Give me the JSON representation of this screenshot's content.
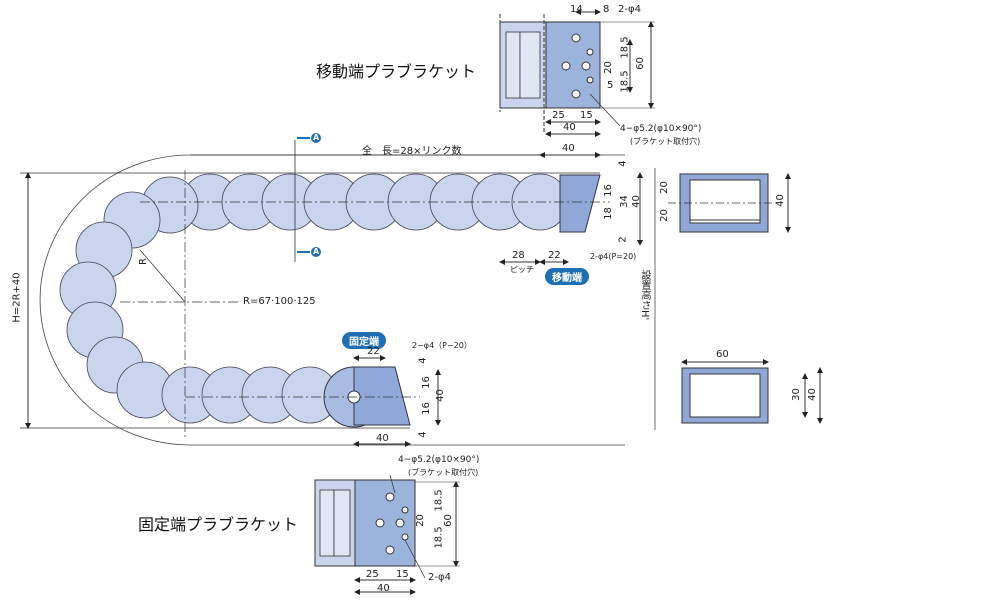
{
  "titles": {
    "moving_end_bracket": "移動端プラブラケット",
    "fixed_end_bracket": "固定端プラブラケット"
  },
  "badges": {
    "moving_end": "移動端",
    "fixed_end": "固定端"
  },
  "section_markers": {
    "a_top": "A",
    "a_bottom": "A"
  },
  "colors": {
    "link_fill": "#c9d5ec",
    "bracket_fill": "#9cb3dc",
    "section_fill": "#8fa8d8",
    "line": "#222222",
    "badge_bg": "#1f6fb5"
  },
  "chain_view": {
    "total_length": "全　長=28×リンク数",
    "pitch_value": "28",
    "pitch_label": "ピッチ",
    "moving_end_offset": "22",
    "moving_end_length": "40",
    "moving_end_hole": "2-φ4(P=20)",
    "moving_dims": [
      "4",
      "16",
      "34",
      "18",
      "40",
      "2"
    ],
    "fixed_end_offset": "22",
    "fixed_end_length": "40",
    "fixed_end_hole": "2−φ4（P−20）",
    "fixed_dims": [
      "4",
      "16",
      "40",
      "16",
      "4"
    ],
    "bend_radius_label": "R",
    "bend_radius_values": "R=67·100·125",
    "height_formula": "H=2R+40",
    "install_height": "設置高さH'"
  },
  "moving_bracket": {
    "dims_top": [
      "14",
      "8"
    ],
    "hole_small": "2-φ4",
    "dims_right": [
      "18.5",
      "20",
      "18.5",
      "5"
    ],
    "height": "60",
    "dims_bottom": [
      "25",
      "15"
    ],
    "width": "40",
    "hole_large": "4−φ5.2(φ10×90°)",
    "hole_note": "(ブラケット取付穴)"
  },
  "fixed_bracket": {
    "hole_large": "4−φ5.2(φ10×90°)",
    "hole_note": "(ブラケット取付穴)",
    "dims_right": [
      "18.5",
      "20",
      "18.5"
    ],
    "height": "60",
    "dims_bottom": [
      "25",
      "15"
    ],
    "width": "40",
    "hole_small": "2-φ4"
  },
  "section_a": {
    "dims_left": [
      "20",
      "20"
    ],
    "height": "40"
  },
  "section_b": {
    "width": "60",
    "inner_height": "30",
    "height": "40"
  }
}
